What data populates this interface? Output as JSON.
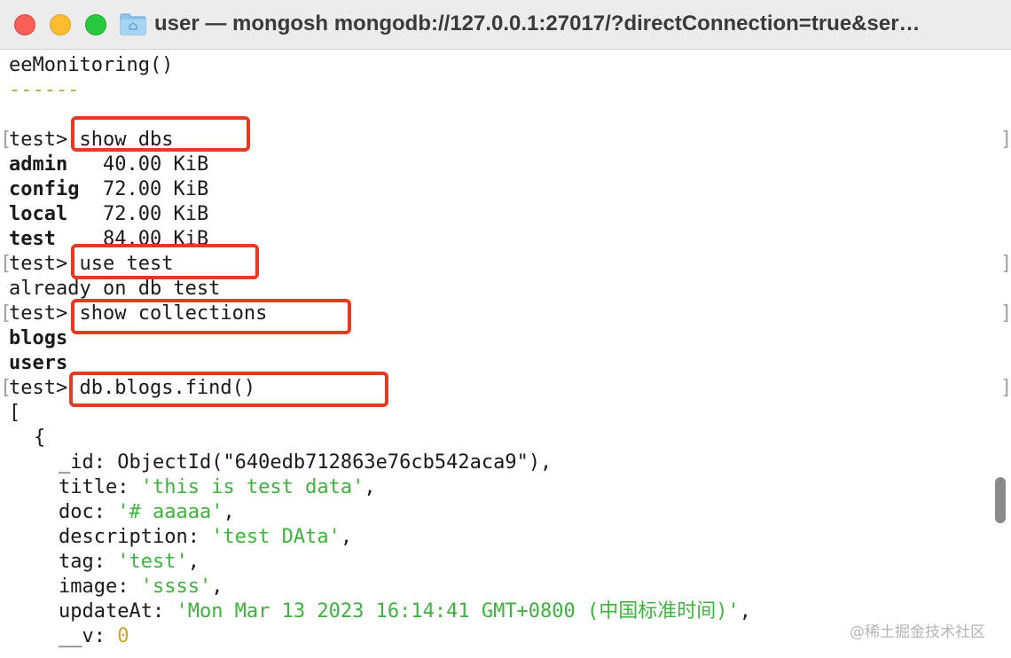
{
  "window": {
    "title": "user — mongosh mongodb://127.0.0.1:27017/?directConnection=true&ser…"
  },
  "terminal": {
    "top_line": "eeMonitoring()",
    "dashes": "------",
    "prompt": "test>",
    "bracket_left": "[",
    "bracket_right": "]",
    "cmd1": "show dbs",
    "dbs": [
      {
        "name": "admin",
        "size": "40.00 KiB"
      },
      {
        "name": "config",
        "size": "72.00 KiB"
      },
      {
        "name": "local",
        "size": "72.00 KiB"
      },
      {
        "name": "test",
        "size": "84.00 KiB"
      }
    ],
    "cmd2": "use test",
    "already": "already on db test",
    "cmd3": "show collections",
    "collections": [
      "blogs",
      "users"
    ],
    "cmd4": "db.blogs.find()",
    "open_bracket": "[",
    "open_brace": "{",
    "doc": {
      "id_key": "_id: ",
      "id_val": "ObjectId(\"640edb712863e76cb542aca9\"),",
      "title_key": "title: ",
      "title_val": "'this is test data'",
      "doc_key": "doc: ",
      "doc_val": "'# aaaaa'",
      "desc_key": "description: ",
      "desc_val": "'test DAta'",
      "tag_key": "tag: ",
      "tag_val": "'test'",
      "image_key": "image: ",
      "image_val": "'ssss'",
      "update_key": "updateAt: ",
      "update_val": "'Mon Mar 13 2023 16:14:41 GMT+0800 (中国标准时间)'",
      "v_key": "__v: ",
      "v_val": "0"
    },
    "comma": ","
  },
  "watermark": "@稀土掘金技术社区"
}
